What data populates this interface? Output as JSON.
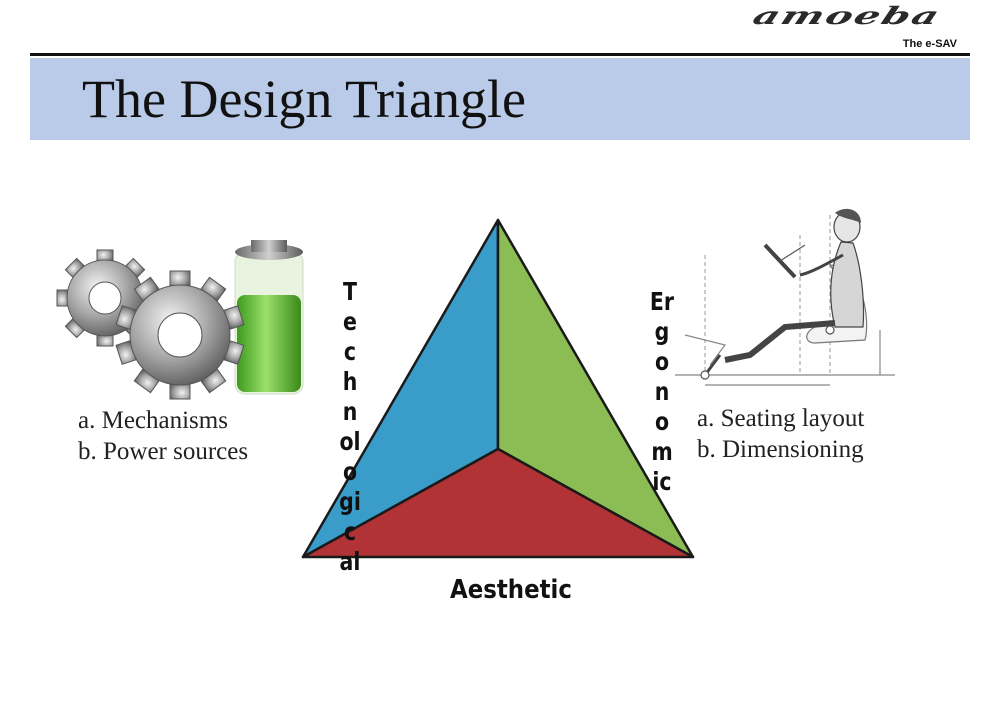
{
  "header": {
    "logo_text": "amoeba",
    "logo_tagline": "The e-SAV",
    "title": "The Design Triangle"
  },
  "left_panel": {
    "icons": [
      "gears-icon",
      "battery-icon"
    ],
    "items": [
      "a. Mechanisms",
      "b. Power sources"
    ]
  },
  "right_panel": {
    "icons": [
      "seated-driver-ergonomics-icon"
    ],
    "items": [
      "a. Seating layout",
      "b. Dimensioning"
    ]
  },
  "triangle": {
    "left_label_chunks": [
      "T",
      "e",
      "c",
      "h",
      "n",
      "ol",
      "o",
      "gi",
      "c",
      "al"
    ],
    "right_label_chunks": [
      "Er",
      "g",
      "o",
      "n",
      "o",
      "m",
      "ic"
    ],
    "bottom_label": "Aesthetic",
    "colors": {
      "left_region": "#3a9dc9",
      "right_region": "#8cbc54",
      "bottom_region": "#b23335",
      "outline": "#1a1a1a"
    }
  },
  "theme": {
    "title_band": "#b9cbe8",
    "rule": "#111111"
  }
}
